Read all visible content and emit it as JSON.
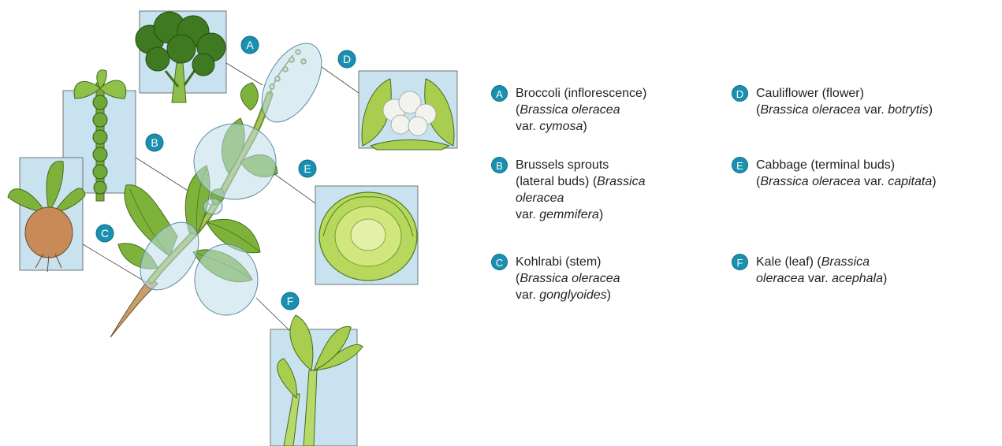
{
  "colors": {
    "badge": "#1a8fb0",
    "panel": "#c9e2ef",
    "leaf": "#7fb23a",
    "leaf_dark": "#3f6e1e",
    "stem": "#8aa63a",
    "root": "#c98a5a"
  },
  "diagram_badges": [
    {
      "letter": "A"
    },
    {
      "letter": "B"
    },
    {
      "letter": "C"
    },
    {
      "letter": "D"
    },
    {
      "letter": "E"
    },
    {
      "letter": "F"
    }
  ],
  "legend": [
    {
      "letter": "A",
      "lines": [
        [
          {
            "t": "Broccoli (inflorescence)",
            "i": false
          }
        ],
        [
          {
            "t": "(",
            "i": false
          },
          {
            "t": "Brassica oleracea",
            "i": true
          }
        ],
        [
          {
            "t": "var. ",
            "i": false
          },
          {
            "t": "cymosa",
            "i": true
          },
          {
            "t": ")",
            "i": false
          }
        ]
      ]
    },
    {
      "letter": "B",
      "lines": [
        [
          {
            "t": "Brussels sprouts",
            "i": false
          }
        ],
        [
          {
            "t": "(lateral buds) (",
            "i": false
          },
          {
            "t": "Brassica",
            "i": true
          }
        ],
        [
          {
            "t": "oleracea",
            "i": true
          }
        ],
        [
          {
            "t": "var. ",
            "i": false
          },
          {
            "t": "gemmifera",
            "i": true
          },
          {
            "t": ")",
            "i": false
          }
        ]
      ]
    },
    {
      "letter": "C",
      "lines": [
        [
          {
            "t": "Kohlrabi (stem)",
            "i": false
          }
        ],
        [
          {
            "t": "(",
            "i": false
          },
          {
            "t": "Brassica oleracea",
            "i": true
          }
        ],
        [
          {
            "t": "var. ",
            "i": false
          },
          {
            "t": "gonglyoides",
            "i": true
          },
          {
            "t": ")",
            "i": false
          }
        ]
      ]
    },
    {
      "letter": "D",
      "lines": [
        [
          {
            "t": "Cauliflower (flower)",
            "i": false
          }
        ],
        [
          {
            "t": "(",
            "i": false
          },
          {
            "t": "Brassica oleracea",
            "i": true
          },
          {
            "t": " var. ",
            "i": false
          },
          {
            "t": "botrytis",
            "i": true
          },
          {
            "t": ")",
            "i": false
          }
        ]
      ]
    },
    {
      "letter": "E",
      "lines": [
        [
          {
            "t": "Cabbage (terminal buds)",
            "i": false
          }
        ],
        [
          {
            "t": "(",
            "i": false
          },
          {
            "t": "Brassica oleracea",
            "i": true
          },
          {
            "t": " var. ",
            "i": false
          },
          {
            "t": "capitata",
            "i": true
          },
          {
            "t": ")",
            "i": false
          }
        ]
      ]
    },
    {
      "letter": "F",
      "lines": [
        [
          {
            "t": "Kale (leaf) (",
            "i": false
          },
          {
            "t": "Brassica",
            "i": true
          }
        ],
        [
          {
            "t": "oleracea",
            "i": true
          },
          {
            "t": " var. ",
            "i": false
          },
          {
            "t": "acephala",
            "i": true
          },
          {
            "t": ")",
            "i": false
          }
        ]
      ]
    }
  ]
}
